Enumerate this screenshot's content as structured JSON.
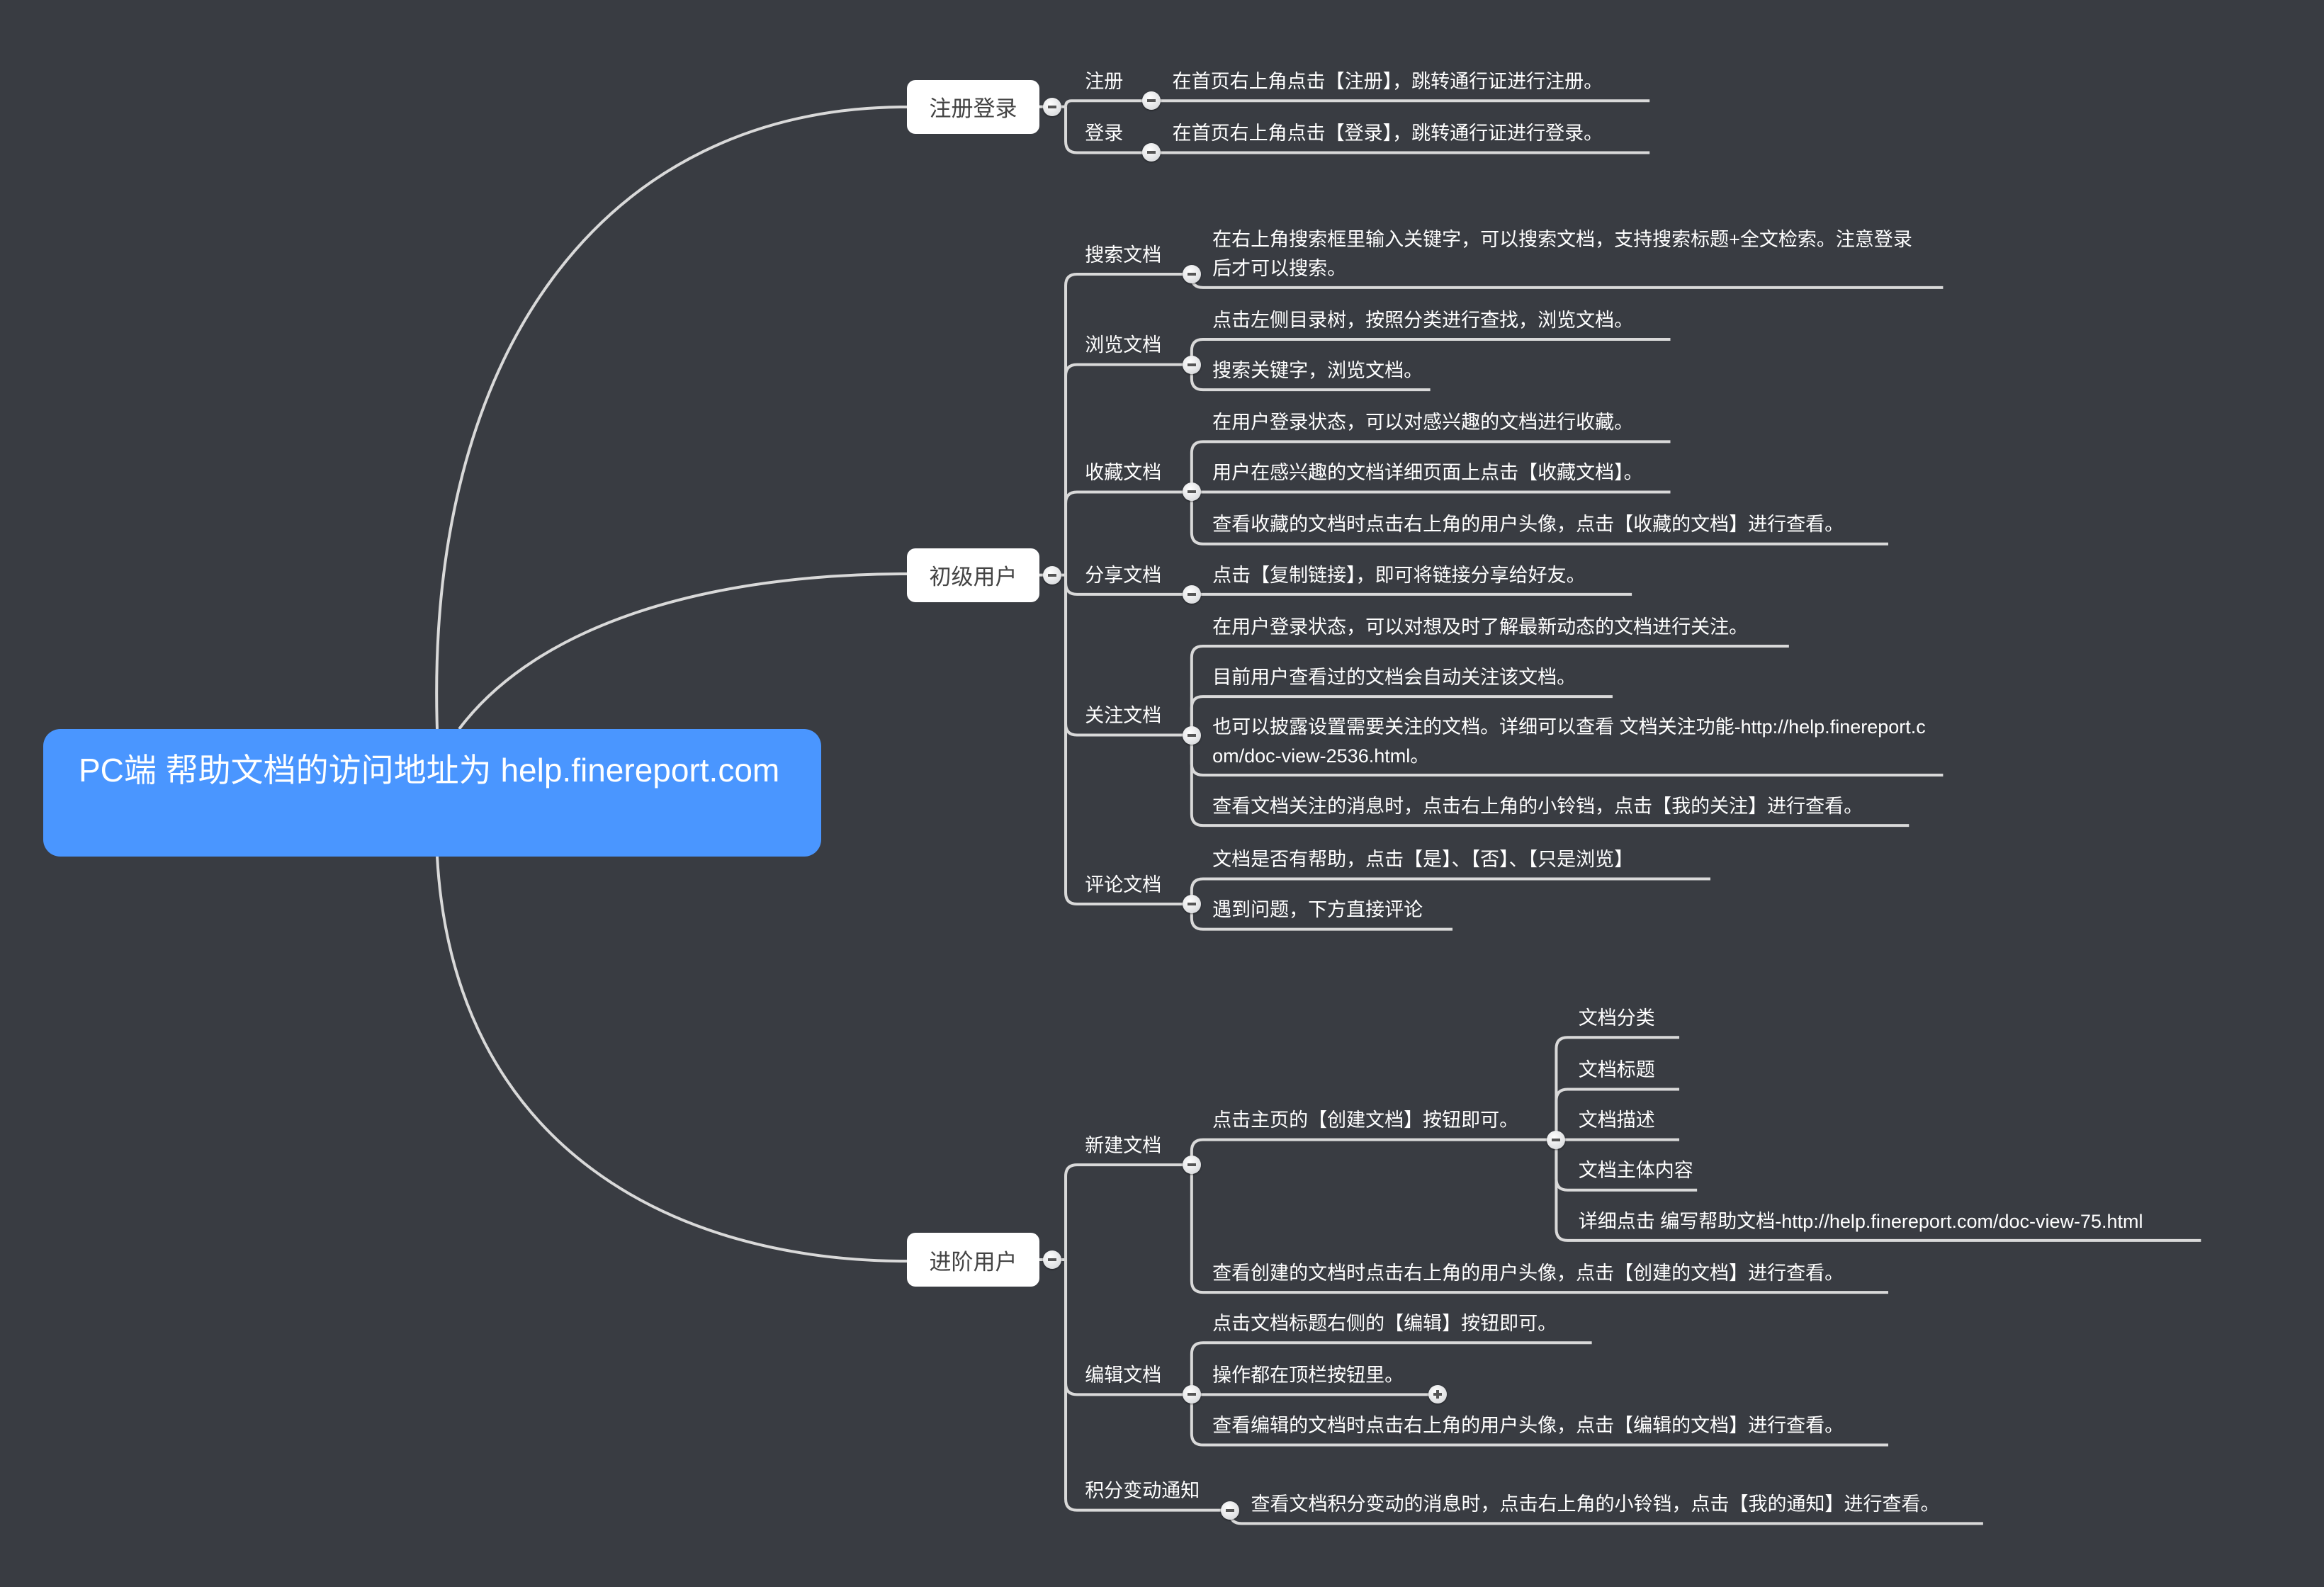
{
  "root": {
    "title": "PC端 帮助文档的访问地址为 help.finereport.com"
  },
  "colors": {
    "background": "#393c42",
    "root": "#4a96ff",
    "line": "#d9d9d9",
    "node": "#ffffff"
  },
  "branches": [
    {
      "label": "注册登录",
      "children": [
        {
          "label": "注册",
          "details": [
            {
              "text": "在首页右上角点击【注册】，跳转通行证进行注册。"
            }
          ]
        },
        {
          "label": "登录",
          "details": [
            {
              "text": "在首页右上角点击【登录】，跳转通行证进行登录。"
            }
          ]
        }
      ]
    },
    {
      "label": "初级用户",
      "children": [
        {
          "label": "搜索文档",
          "details": [
            {
              "text": "在右上角搜索框里输入关键字，可以搜索文档，支持搜索标题+全文检索。注意登录后才可以搜索。"
            }
          ]
        },
        {
          "label": "浏览文档",
          "details": [
            {
              "text": "点击左侧目录树，按照分类进行查找，浏览文档。"
            },
            {
              "text": "搜索关键字，浏览文档。"
            }
          ]
        },
        {
          "label": "收藏文档",
          "details": [
            {
              "text": "在用户登录状态，可以对感兴趣的文档进行收藏。"
            },
            {
              "text": "用户在感兴趣的文档详细页面上点击【收藏文档】。"
            },
            {
              "text": "查看收藏的文档时点击右上角的用户头像，点击【收藏的文档】进行查看。"
            }
          ]
        },
        {
          "label": "分享文档",
          "details": [
            {
              "text": "点击【复制链接】，即可将链接分享给好友。"
            }
          ]
        },
        {
          "label": "关注文档",
          "details": [
            {
              "text": "在用户登录状态，可以对想及时了解最新动态的文档进行关注。"
            },
            {
              "text": "目前用户查看过的文档会自动关注该文档。"
            },
            {
              "text": "也可以披露设置需要关注的文档。详细可以查看 文档关注功能-http://help.finereport.com/doc-view-2536.html。"
            },
            {
              "text": "查看文档关注的消息时，点击右上角的小铃铛，点击【我的关注】进行查看。"
            }
          ]
        },
        {
          "label": "评论文档",
          "details": [
            {
              "text": "文档是否有帮助，点击【是】、【否】、【只是浏览】"
            },
            {
              "text": "遇到问题，下方直接评论"
            }
          ]
        }
      ]
    },
    {
      "label": "进阶用户",
      "children": [
        {
          "label": "新建文档",
          "details": [
            {
              "text": "点击主页的【创建文档】按钮即可。",
              "children": [
                {
                  "text": "文档分类"
                },
                {
                  "text": "文档标题"
                },
                {
                  "text": "文档描述"
                },
                {
                  "text": "文档主体内容"
                },
                {
                  "text": "详细点击 编写帮助文档-http://help.finereport.com/doc-view-75.html"
                }
              ]
            },
            {
              "text": "查看创建的文档时点击右上角的用户头像，点击【创建的文档】进行查看。"
            }
          ]
        },
        {
          "label": "编辑文档",
          "details": [
            {
              "text": "点击文档标题右侧的【编辑】按钮即可。"
            },
            {
              "text": "操作都在顶栏按钮里。"
            },
            {
              "text": "查看编辑的文档时点击右上角的用户头像，点击【编辑的文档】进行查看。"
            }
          ]
        },
        {
          "label": "积分变动通知",
          "details": [
            {
              "text": "查看文档积分变动的消息时，点击右上角的小铃铛，点击【我的通知】进行查看。"
            }
          ]
        }
      ]
    }
  ]
}
